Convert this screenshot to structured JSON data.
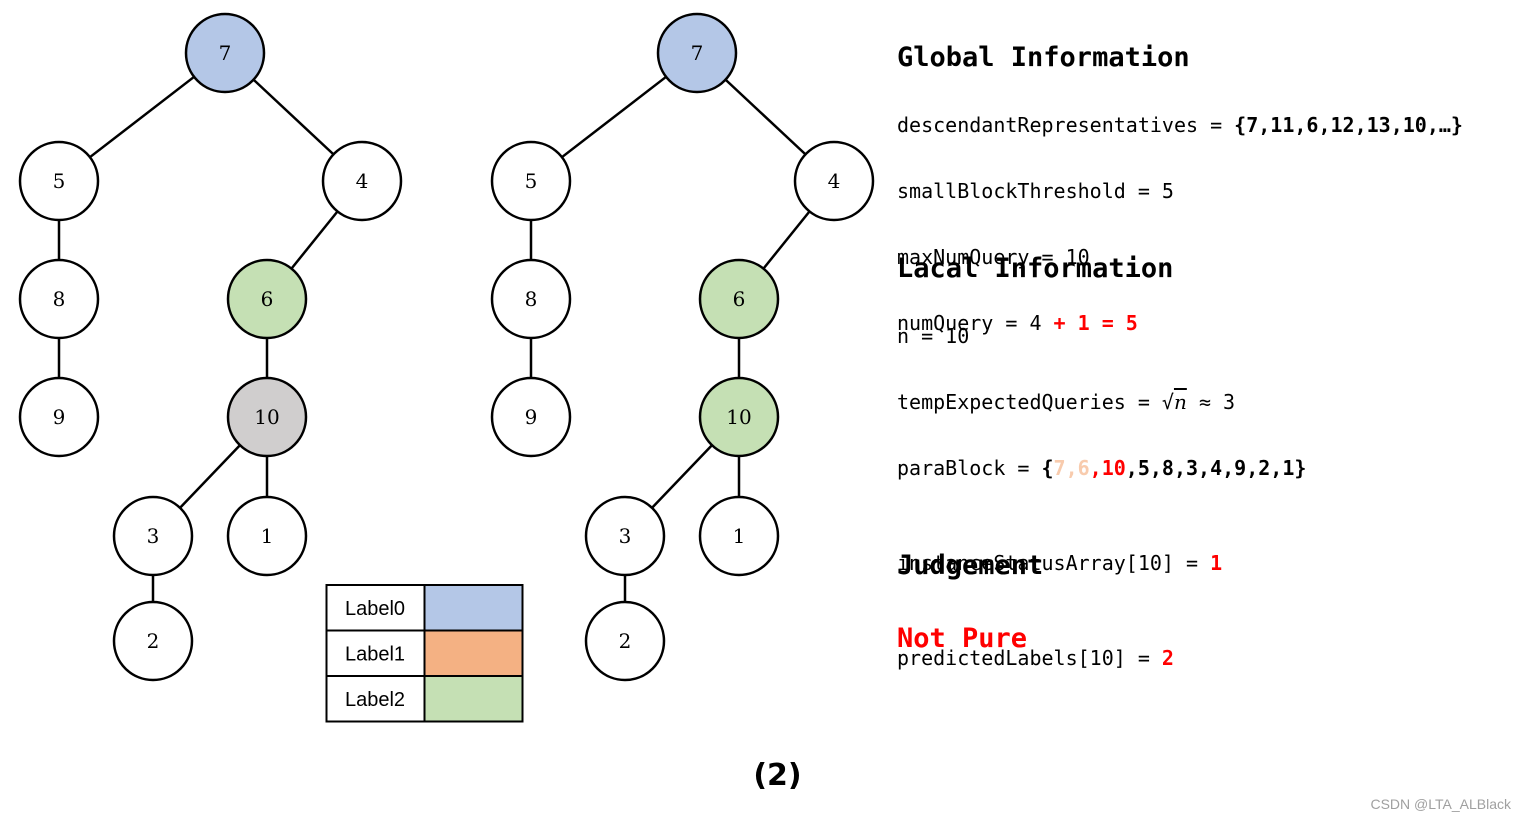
{
  "colors": {
    "label0": "#b4c7e7",
    "label1": "#f4b183",
    "label2": "#c5e0b4",
    "unknown": "#d0cece",
    "white": "#ffffff"
  },
  "trees": [
    {
      "nodes": [
        {
          "label": "7",
          "fill": "label0"
        },
        {
          "label": "5",
          "fill": "white"
        },
        {
          "label": "4",
          "fill": "white"
        },
        {
          "label": "8",
          "fill": "white"
        },
        {
          "label": "6",
          "fill": "label2"
        },
        {
          "label": "9",
          "fill": "white"
        },
        {
          "label": "10",
          "fill": "unknown"
        },
        {
          "label": "3",
          "fill": "white"
        },
        {
          "label": "1",
          "fill": "white"
        },
        {
          "label": "2",
          "fill": "white"
        }
      ]
    },
    {
      "nodes": [
        {
          "label": "7",
          "fill": "label0"
        },
        {
          "label": "5",
          "fill": "white"
        },
        {
          "label": "4",
          "fill": "white"
        },
        {
          "label": "8",
          "fill": "white"
        },
        {
          "label": "6",
          "fill": "label2"
        },
        {
          "label": "9",
          "fill": "white"
        },
        {
          "label": "10",
          "fill": "label2"
        },
        {
          "label": "3",
          "fill": "white"
        },
        {
          "label": "1",
          "fill": "white"
        },
        {
          "label": "2",
          "fill": "white"
        }
      ]
    }
  ],
  "legend": [
    {
      "label": "Label0",
      "color": "label0"
    },
    {
      "label": "Label1",
      "color": "label1"
    },
    {
      "label": "Label2",
      "color": "label2"
    }
  ],
  "global": {
    "heading": "Global Information",
    "desc_key": "descendantRepresentatives = ",
    "desc_val": "{7,11,6,12,13,10,…}",
    "small": "smallBlockThreshold = 5",
    "max": "maxNumQuery = 10",
    "num_key": "numQuery = 4 ",
    "num_add": "+ 1 = 5"
  },
  "local": {
    "heading": "Lacal Information",
    "n": "n = 10",
    "temp_key": "tempExpectedQueries = ",
    "temp_radicand": "n",
    "temp_val": " ≈ 3",
    "para_key": "paraBlock = ",
    "para_open": "{",
    "para_light": "7,6",
    "para_red": ",10",
    "para_rest": ",5,8,3,4,9,2,1}",
    "status_key": "instanceStatusArray[10] = ",
    "status_val": "1",
    "pred_key": "predictedLabels[10] = ",
    "pred_val": "2"
  },
  "judgement": {
    "heading": "Judgement",
    "result": "Not Pure"
  },
  "caption": "(2)",
  "watermark": "CSDN @LTA_ALBlack"
}
